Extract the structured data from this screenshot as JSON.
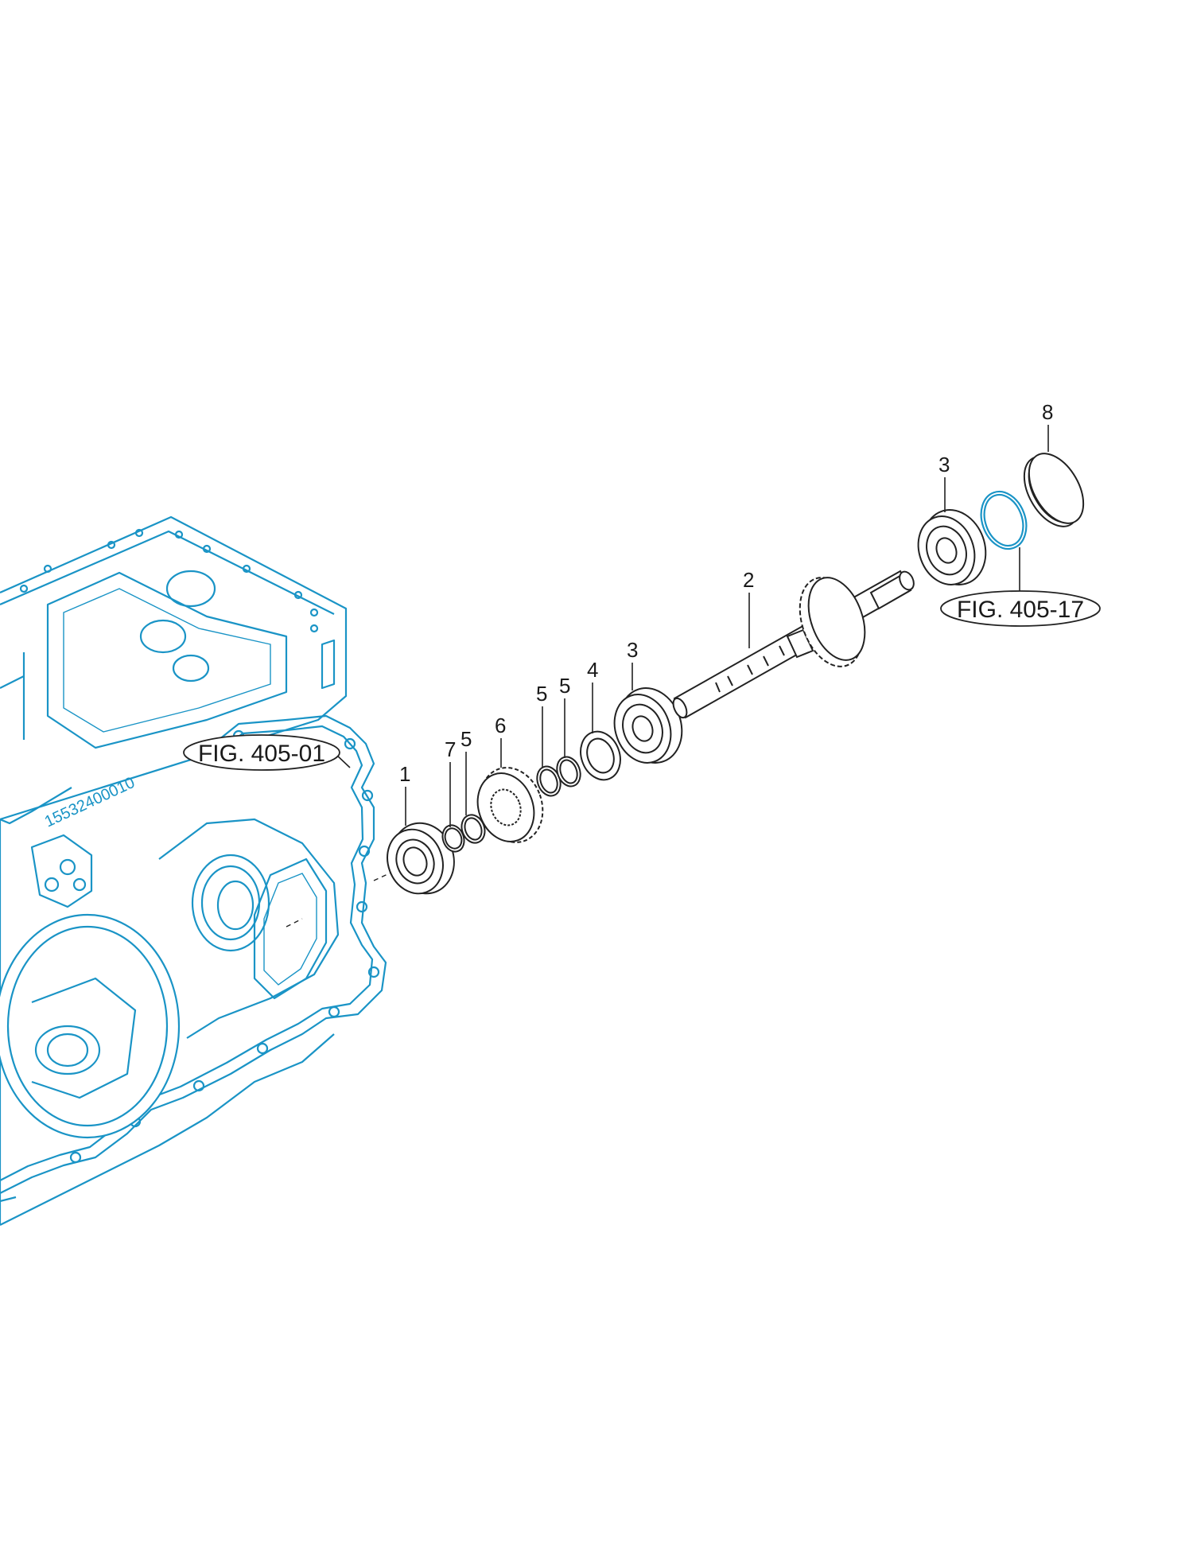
{
  "housing": {
    "part_number_text": "15532400010",
    "color": "#1a94c6"
  },
  "figure_references": [
    {
      "id": "fig-405-01",
      "label": "FIG. 405-01"
    },
    {
      "id": "fig-405-17",
      "label": "FIG. 405-17"
    }
  ],
  "callouts": [
    {
      "id": "c1",
      "number": "1"
    },
    {
      "id": "c7",
      "number": "7"
    },
    {
      "id": "c5a",
      "number": "5"
    },
    {
      "id": "c6",
      "number": "6"
    },
    {
      "id": "c5b",
      "number": "5"
    },
    {
      "id": "c5c",
      "number": "5"
    },
    {
      "id": "c4",
      "number": "4"
    },
    {
      "id": "c3a",
      "number": "3"
    },
    {
      "id": "c2",
      "number": "2"
    },
    {
      "id": "c3b",
      "number": "3"
    },
    {
      "id": "c8",
      "number": "8"
    }
  ]
}
